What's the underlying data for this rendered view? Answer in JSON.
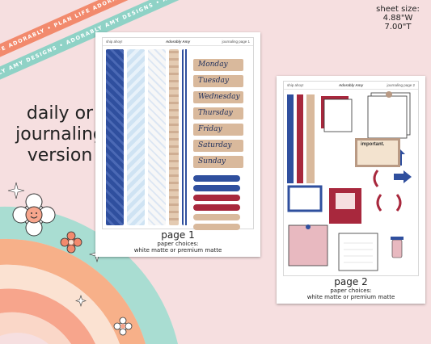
{
  "ribbons": {
    "top": "PLAN LIFE ADORABLY • PLAN LIFE ADORABLY • PLAN LIFE ADORABLY • PLAN LIFE ADORABLY",
    "bottom": "ADORABLY AMY DESIGNS • ADORABLY AMY DESIGNS • ADORABLY AMY DESIGNS",
    "top_color": "#f28a6d",
    "bottom_color": "#8fd2c6"
  },
  "headline": {
    "line1": "daily or",
    "line2": "journaling",
    "line3": "version"
  },
  "sheet_size": {
    "label": "sheet size:",
    "width": "4.88\"W",
    "height": "7.00\"T"
  },
  "page1": {
    "header_left": "ship ahoy!",
    "header_center": "Adorably Amy",
    "header_right": "journaling page 1",
    "days": [
      "Monday",
      "Tuesday",
      "Wednesday",
      "Thursday",
      "Friday",
      "Saturday",
      "Sunday"
    ],
    "caption_title": "page 1",
    "caption_line1": "paper choices:",
    "caption_line2": "white matte or premium matte"
  },
  "page2": {
    "header_left": "ship ahoy!",
    "header_center": "Adorably Amy",
    "header_right": "journaling page 2",
    "note_label": "important.",
    "caption_title": "page 2",
    "caption_line1": "paper choices:",
    "caption_line2": "white matte or premium matte"
  },
  "colors": {
    "background": "#f6dfe0",
    "navy": "#2f4f9e",
    "red": "#a8283d",
    "tan": "#d9b99c"
  }
}
